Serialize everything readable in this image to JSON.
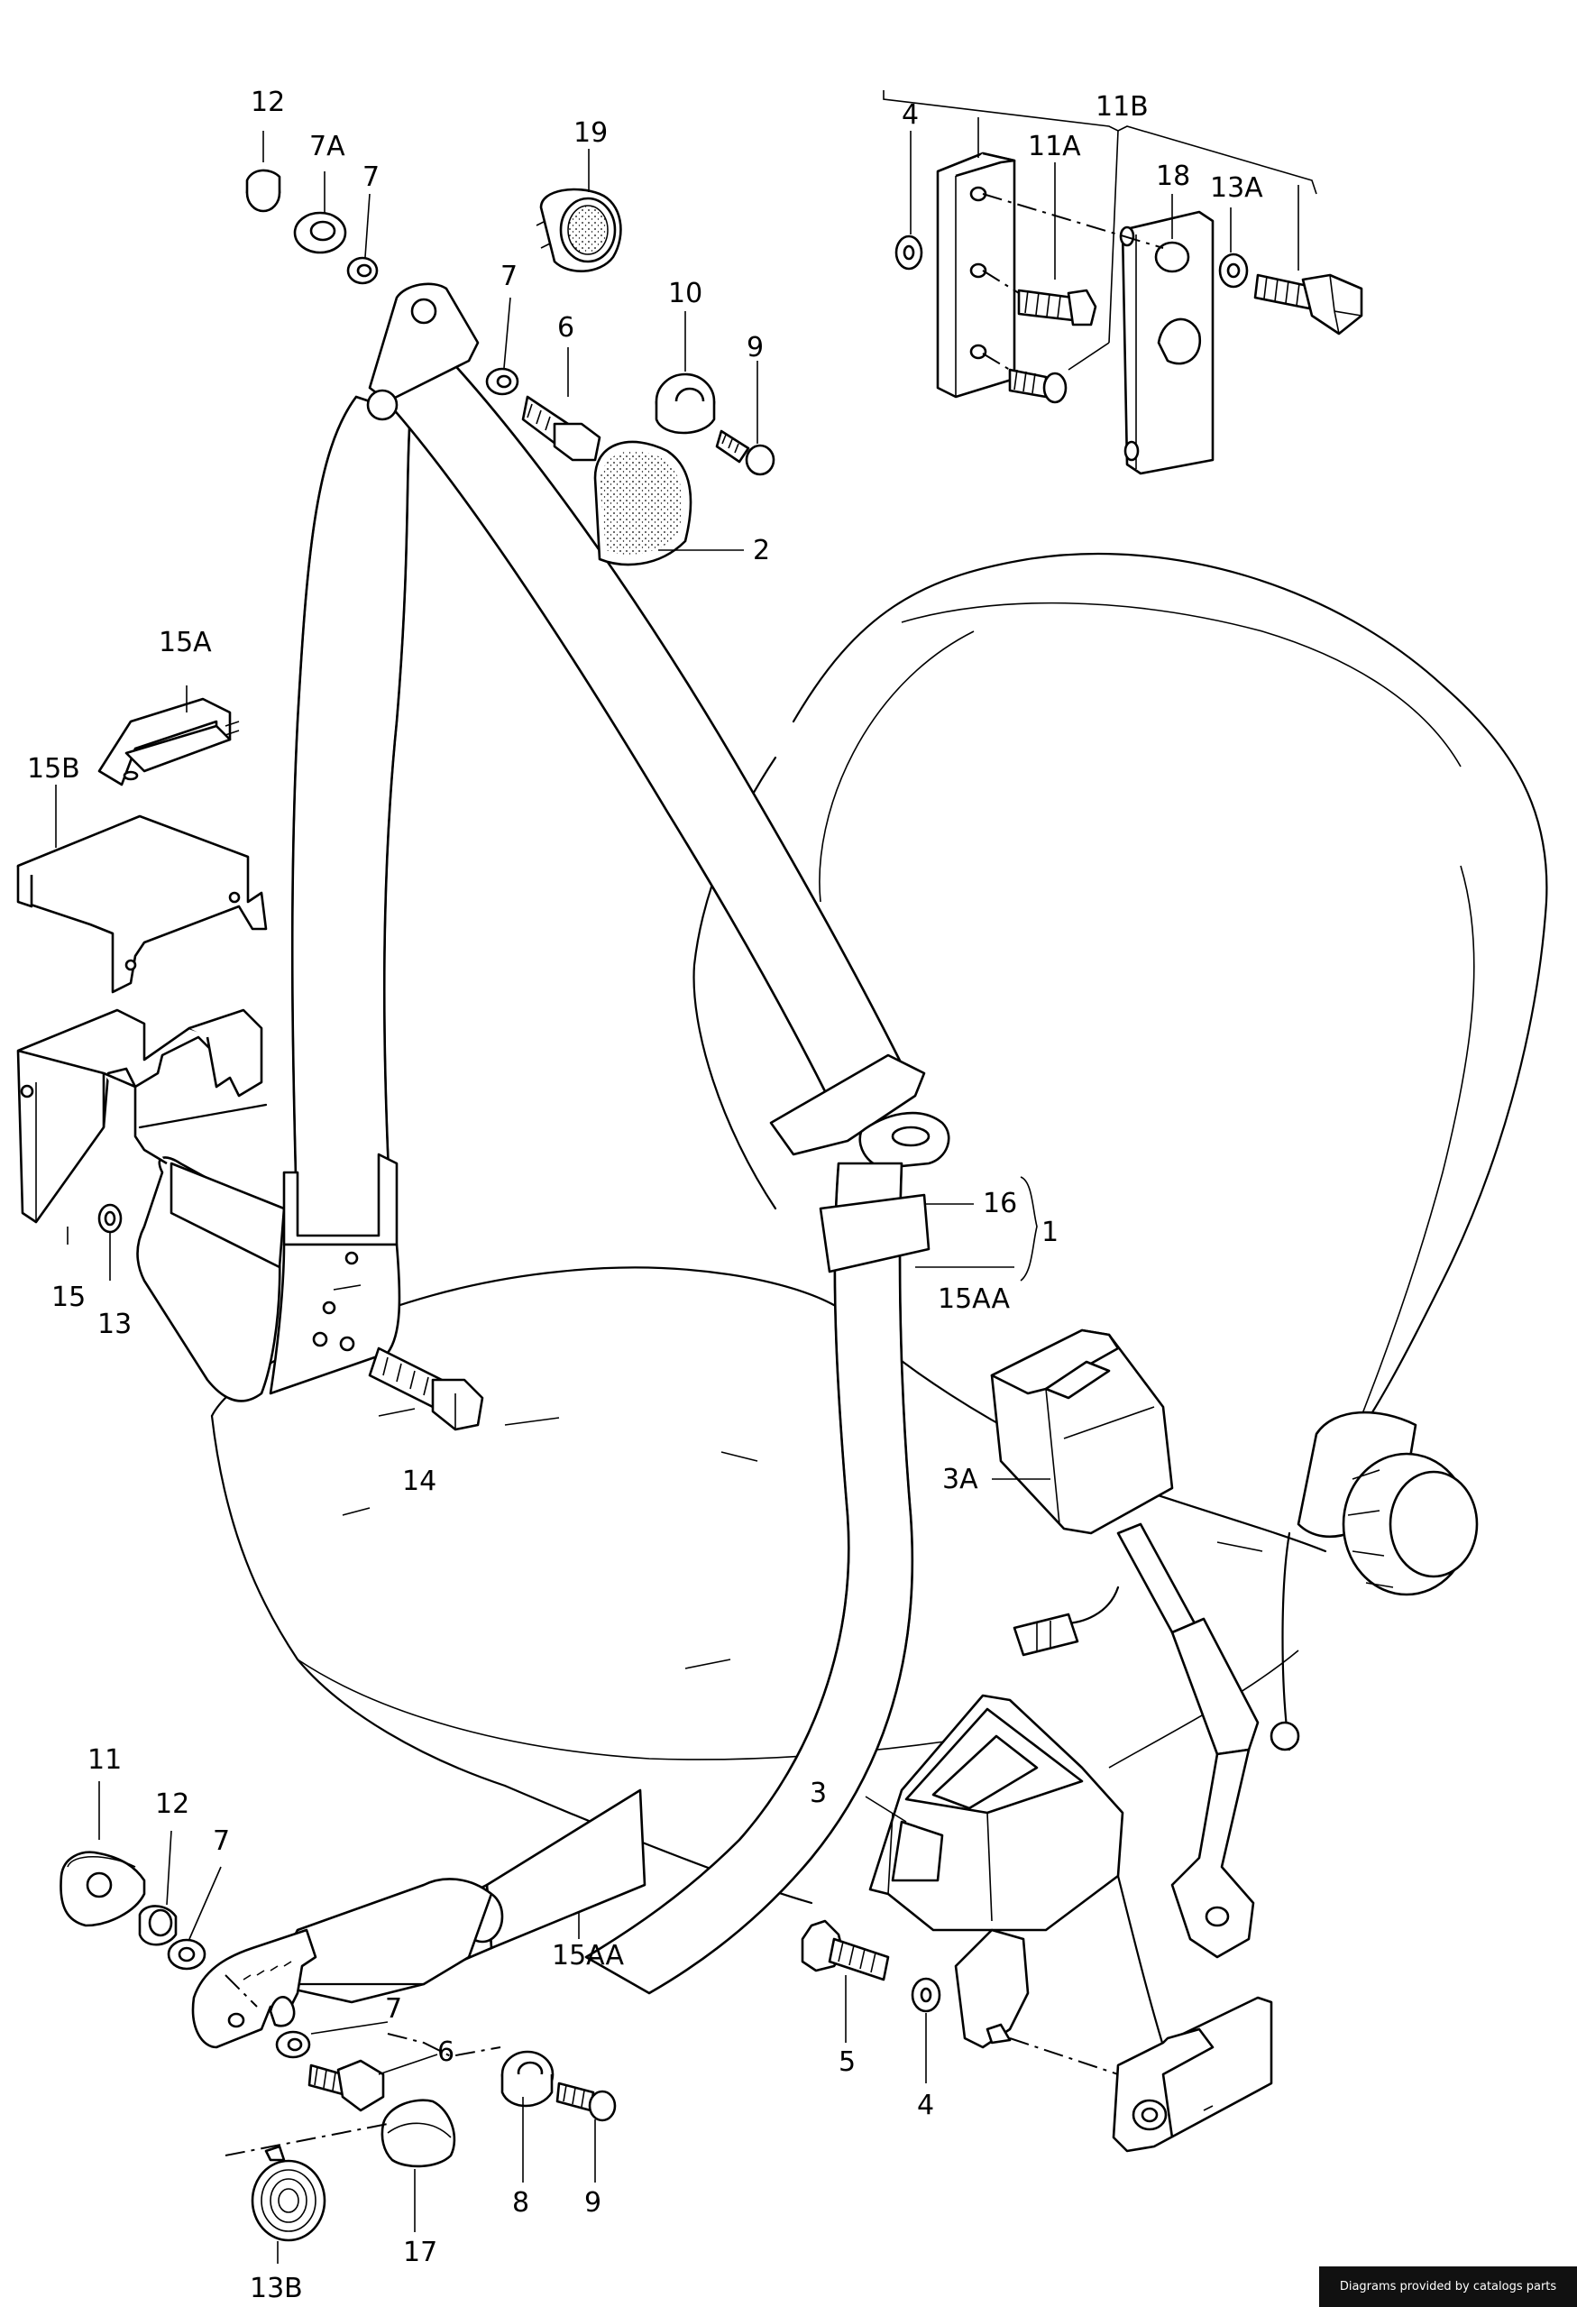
{
  "labels": {
    "l12_top": "12",
    "l7a": "7A",
    "l7_a": "7",
    "l19": "19",
    "l7_b": "7",
    "l6_top": "6",
    "l10": "10",
    "l9_top": "9",
    "l2": "2",
    "l4_top": "4",
    "l11b": "11B",
    "l11a": "11A",
    "l18": "18",
    "l13a": "13A",
    "l15a": "15A",
    "l15b": "15B",
    "l15": "15",
    "l13": "13",
    "l14": "14",
    "l16": "16",
    "l1": "1",
    "l15aa_right": "15AA",
    "l3a": "3A",
    "l3": "3",
    "l11": "11",
    "l12_bot": "12",
    "l7_bot": "7",
    "l15aa_bottom": "15AA",
    "l7_low": "7",
    "l6_low": "6",
    "l5": "5",
    "l4_bot": "4",
    "l8": "8",
    "l9_bot": "9",
    "l17": "17",
    "l13b": "13B"
  },
  "footer": {
    "credit": "Diagrams provided by catalogs parts"
  }
}
